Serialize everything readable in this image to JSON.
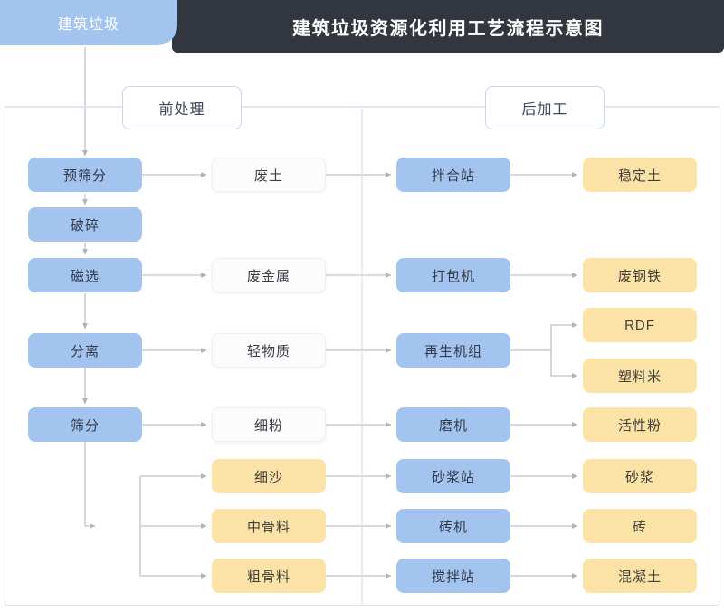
{
  "header": {
    "title": "建筑垃圾资源化利用工艺流程示意图",
    "source_tab": "建筑垃圾"
  },
  "sections": [
    {
      "id": "pre",
      "label": "前处理"
    },
    {
      "id": "post",
      "label": "后加工"
    }
  ],
  "colors": {
    "header_bg": "#32363f",
    "blue": "#a3c4ef",
    "amber": "#fbe2a7",
    "white": "#fcfcfd",
    "connector": "#b9bcc6",
    "frame_border": "#e3e4f2"
  },
  "columns": {
    "process": [
      {
        "label": "预筛分",
        "style": "blue"
      },
      {
        "label": "破碎",
        "style": "blue"
      },
      {
        "label": "磁选",
        "style": "blue"
      },
      {
        "label": "分离",
        "style": "blue"
      },
      {
        "label": "筛分",
        "style": "blue"
      }
    ],
    "materials": [
      {
        "label": "废土",
        "style": "white"
      },
      {
        "label": "废金属",
        "style": "white"
      },
      {
        "label": "轻物质",
        "style": "white"
      },
      {
        "label": "细粉",
        "style": "white"
      },
      {
        "label": "细沙",
        "style": "amber"
      },
      {
        "label": "中骨料",
        "style": "amber"
      },
      {
        "label": "粗骨料",
        "style": "amber"
      }
    ],
    "equipment": [
      {
        "label": "拌合站",
        "style": "blue"
      },
      {
        "label": "打包机",
        "style": "blue"
      },
      {
        "label": "再生机组",
        "style": "blue"
      },
      {
        "label": "磨机",
        "style": "blue"
      },
      {
        "label": "砂浆站",
        "style": "blue"
      },
      {
        "label": "砖机",
        "style": "blue"
      },
      {
        "label": "搅拌站",
        "style": "blue"
      }
    ],
    "products": [
      {
        "label": "稳定土",
        "style": "amber"
      },
      {
        "label": "废钢铁",
        "style": "amber"
      },
      {
        "label": "RDF",
        "style": "amber"
      },
      {
        "label": "塑料米",
        "style": "amber"
      },
      {
        "label": "活性粉",
        "style": "amber"
      },
      {
        "label": "砂浆",
        "style": "amber"
      },
      {
        "label": "砖",
        "style": "amber"
      },
      {
        "label": "混凝土",
        "style": "amber"
      }
    ]
  }
}
